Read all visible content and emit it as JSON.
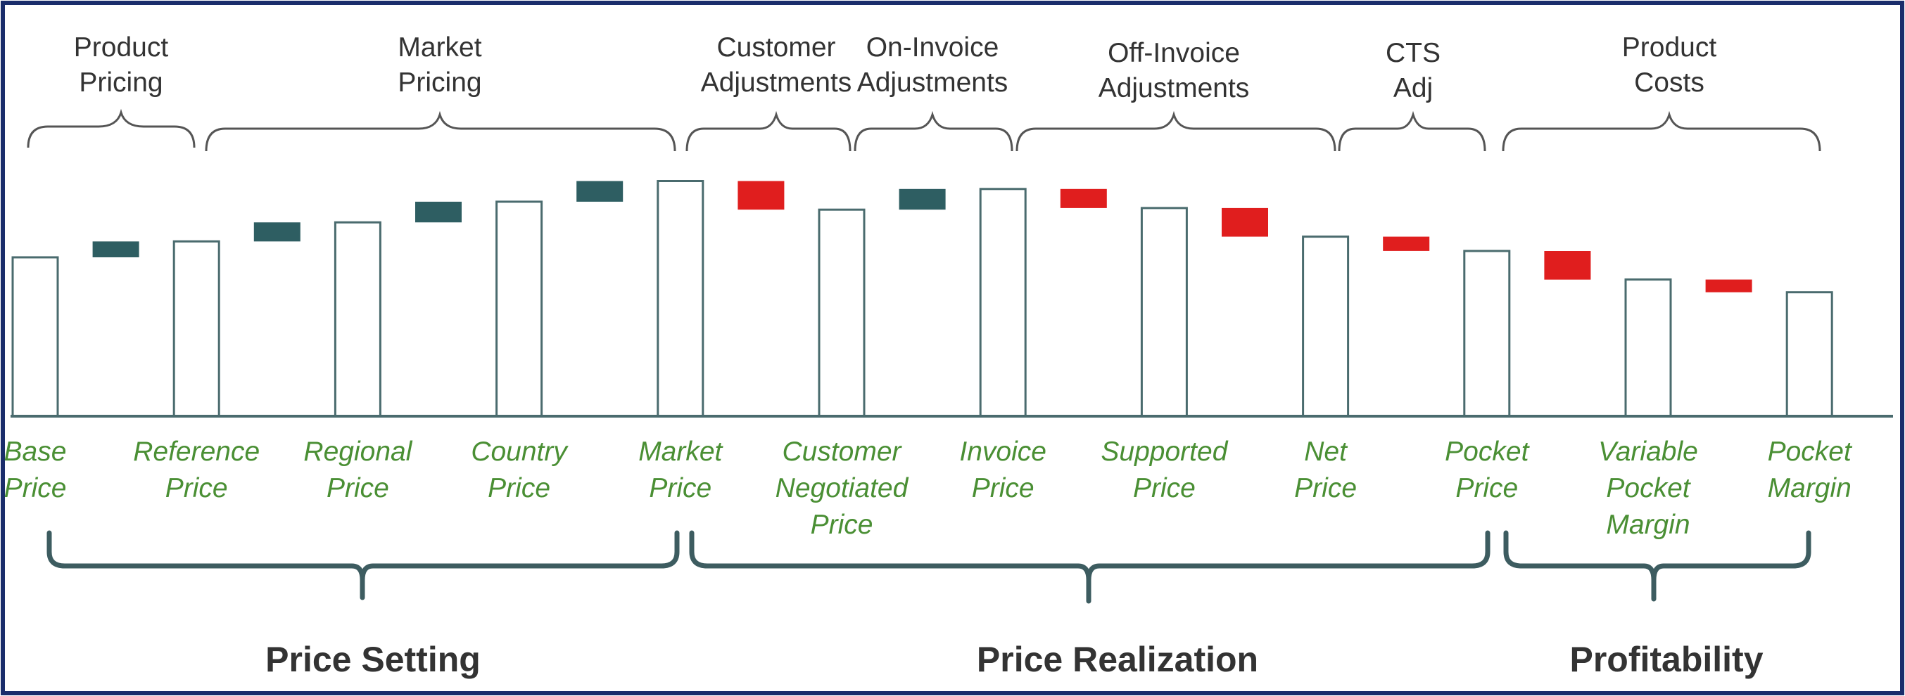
{
  "colors": {
    "frame": "#1a2d6b",
    "increase": "#2e5e62",
    "decrease": "#e01e1e",
    "total_fill": "#ffffff",
    "total_stroke": "#4a6b6e",
    "baseline": "#4a6b6e",
    "bar_label": "#4a8f34",
    "bracket": "#555555",
    "group_bracket": "#3d5c60"
  },
  "top_brackets": [
    {
      "lines": [
        "Product",
        "Pricing"
      ]
    },
    {
      "lines": [
        "Market",
        "Pricing"
      ]
    },
    {
      "lines": [
        "Customer",
        "Adjustments"
      ]
    },
    {
      "lines": [
        "On-Invoice",
        "Adjustments"
      ]
    },
    {
      "lines": [
        "Off-Invoice",
        "Adjustments"
      ]
    },
    {
      "lines": [
        "CTS",
        "Adj"
      ]
    },
    {
      "lines": [
        "Product",
        "Costs"
      ]
    }
  ],
  "chart_data": {
    "type": "waterfall",
    "title": "",
    "xlabel": "",
    "ylabel": "",
    "steps": [
      {
        "kind": "total",
        "label_lines": [
          "Base",
          "Price"
        ],
        "value": 100
      },
      {
        "kind": "increase",
        "value": 10
      },
      {
        "kind": "total",
        "label_lines": [
          "Reference",
          "Price"
        ],
        "value": 110
      },
      {
        "kind": "increase",
        "value": 12
      },
      {
        "kind": "total",
        "label_lines": [
          "Regional",
          "Price"
        ],
        "value": 122
      },
      {
        "kind": "increase",
        "value": 13
      },
      {
        "kind": "total",
        "label_lines": [
          "Country",
          "Price"
        ],
        "value": 135
      },
      {
        "kind": "increase",
        "value": 13
      },
      {
        "kind": "total",
        "label_lines": [
          "Market",
          "Price"
        ],
        "value": 148
      },
      {
        "kind": "decrease",
        "value": -18
      },
      {
        "kind": "total",
        "label_lines": [
          "Customer",
          "Negotiated",
          "Price"
        ],
        "value": 130
      },
      {
        "kind": "increase",
        "value": 13
      },
      {
        "kind": "total",
        "label_lines": [
          "Invoice",
          "Price"
        ],
        "value": 143
      },
      {
        "kind": "decrease",
        "value": -12
      },
      {
        "kind": "total",
        "label_lines": [
          "Supported",
          "Price"
        ],
        "value": 131
      },
      {
        "kind": "decrease",
        "value": -18
      },
      {
        "kind": "total",
        "label_lines": [
          "Net",
          "Price"
        ],
        "value": 113
      },
      {
        "kind": "decrease",
        "value": -9
      },
      {
        "kind": "total",
        "label_lines": [
          "Pocket",
          "Price"
        ],
        "value": 104
      },
      {
        "kind": "decrease",
        "value": -18
      },
      {
        "kind": "total",
        "label_lines": [
          "Variable",
          "Pocket",
          "Margin"
        ],
        "value": 86
      },
      {
        "kind": "decrease",
        "value": -8
      },
      {
        "kind": "total",
        "label_lines": [
          "Pocket",
          "Margin"
        ],
        "value": 78
      }
    ]
  },
  "groups": [
    {
      "label": "Price Setting"
    },
    {
      "label": "Price Realization"
    },
    {
      "label": "Profitability"
    }
  ]
}
